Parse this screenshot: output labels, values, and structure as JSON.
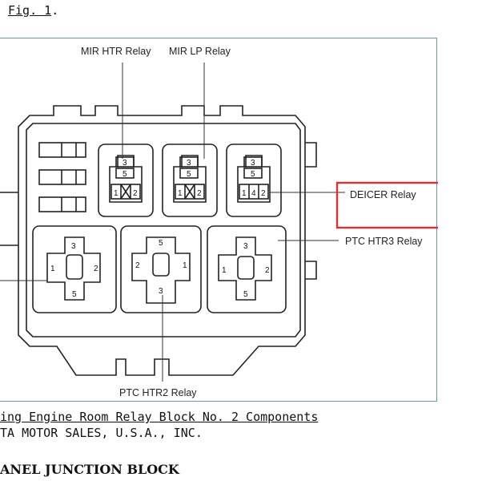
{
  "fig_reference": {
    "text": "Fig. 1",
    "suffix": "."
  },
  "figure": {
    "labels": {
      "mir_htr": "MIR HTR Relay",
      "mir_lp": "MIR LP Relay",
      "deicer": "DEICER Relay",
      "ptc_htr3": "PTC HTR3 Relay",
      "ptc_htr2": "PTC HTR2 Relay"
    },
    "highlight_color": "#e03030",
    "frame_color": "#6f93b8",
    "small_relays": [
      {
        "pins": [
          "3",
          "5",
          "1",
          "2"
        ]
      },
      {
        "pins": [
          "3",
          "5",
          "1",
          "2"
        ]
      },
      {
        "pins": [
          "3",
          "5",
          "1",
          "4",
          "2"
        ]
      }
    ],
    "large_relays": [
      {
        "pins": [
          "3",
          "1",
          "2",
          "5"
        ]
      },
      {
        "pins": [
          "5",
          "2",
          "1",
          "3"
        ]
      },
      {
        "pins": [
          "3",
          "1",
          "2",
          "5"
        ]
      }
    ]
  },
  "caption": {
    "line1": "ing Engine Room Relay Block No. 2 Components",
    "line2": "TA MOTOR SALES, U.S.A., INC."
  },
  "section_heading": "ANEL JUNCTION BLOCK"
}
